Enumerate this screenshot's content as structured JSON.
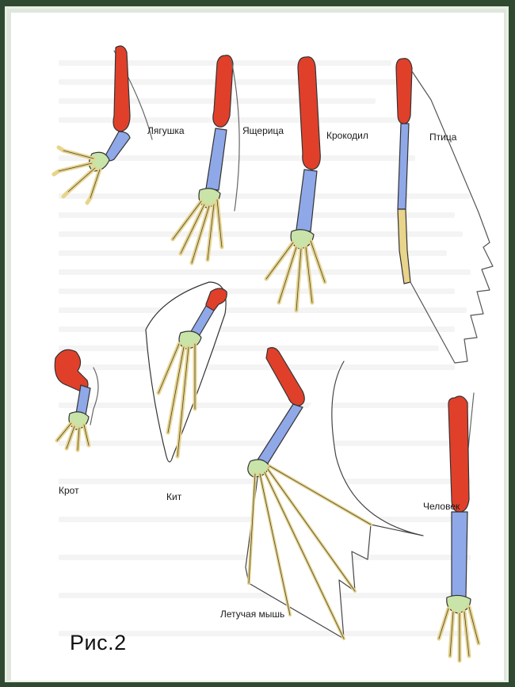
{
  "figure": {
    "caption": "Рис.2",
    "colors": {
      "humerus": "#e0402a",
      "radius_ulna": "#8fa8e8",
      "carpals": "#c8e4a8",
      "digits": "#e8d48a",
      "outline": "#333333",
      "frame": "#2f4a30"
    },
    "labels": {
      "frog": "Лягушка",
      "lizard": "Ящерица",
      "crocodile": "Крокодил",
      "bird": "Птица",
      "mole": "Крот",
      "whale": "Кит",
      "bat": "Летучая мышь",
      "human": "Человек"
    }
  }
}
